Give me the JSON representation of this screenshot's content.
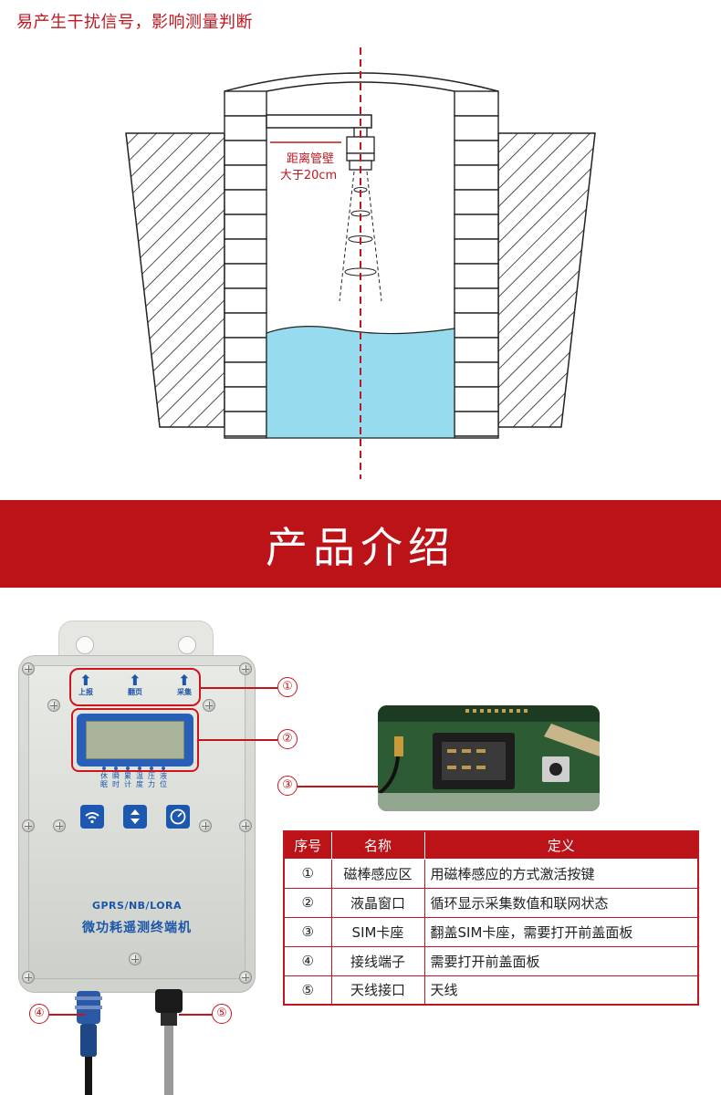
{
  "caption": "易产生干扰信号，影响测量判断",
  "diagram": {
    "distance_label_line1": "距离管壁",
    "distance_label_line2": "大于20cm",
    "colors": {
      "accent_red": "#c2161f",
      "water": "#96dbee",
      "outline": "#222222"
    }
  },
  "banner": {
    "title": "产品介绍",
    "color": "#bb1318"
  },
  "device": {
    "keys": [
      {
        "icon": "arrow-up-icon",
        "label": "上报"
      },
      {
        "icon": "arrow-up-icon",
        "label": "翻页"
      },
      {
        "icon": "arrow-up-icon",
        "label": "采集"
      }
    ],
    "indicators": [
      "休眠",
      "瞬时",
      "累计",
      "温度",
      "压力",
      "液位"
    ],
    "buttons": [
      "wifi-icon",
      "up-down-icon",
      "gauge-icon"
    ],
    "model": "GPRS/NB/LORA",
    "name": "微功耗遥测终端机"
  },
  "callouts": [
    "①",
    "②",
    "③",
    "④",
    "⑤"
  ],
  "table": {
    "headers": [
      "序号",
      "名称",
      "定义"
    ],
    "rows": [
      [
        "①",
        "磁棒感应区",
        "用磁棒感应的方式激活按键"
      ],
      [
        "②",
        "液晶窗口",
        "循环显示采集数值和联网状态"
      ],
      [
        "③",
        "SIM卡座",
        "翻盖SIM卡座，需要打开前盖面板"
      ],
      [
        "④",
        "接线端子",
        "需要打开前盖面板"
      ],
      [
        "⑤",
        "天线接口",
        "天线"
      ]
    ]
  }
}
